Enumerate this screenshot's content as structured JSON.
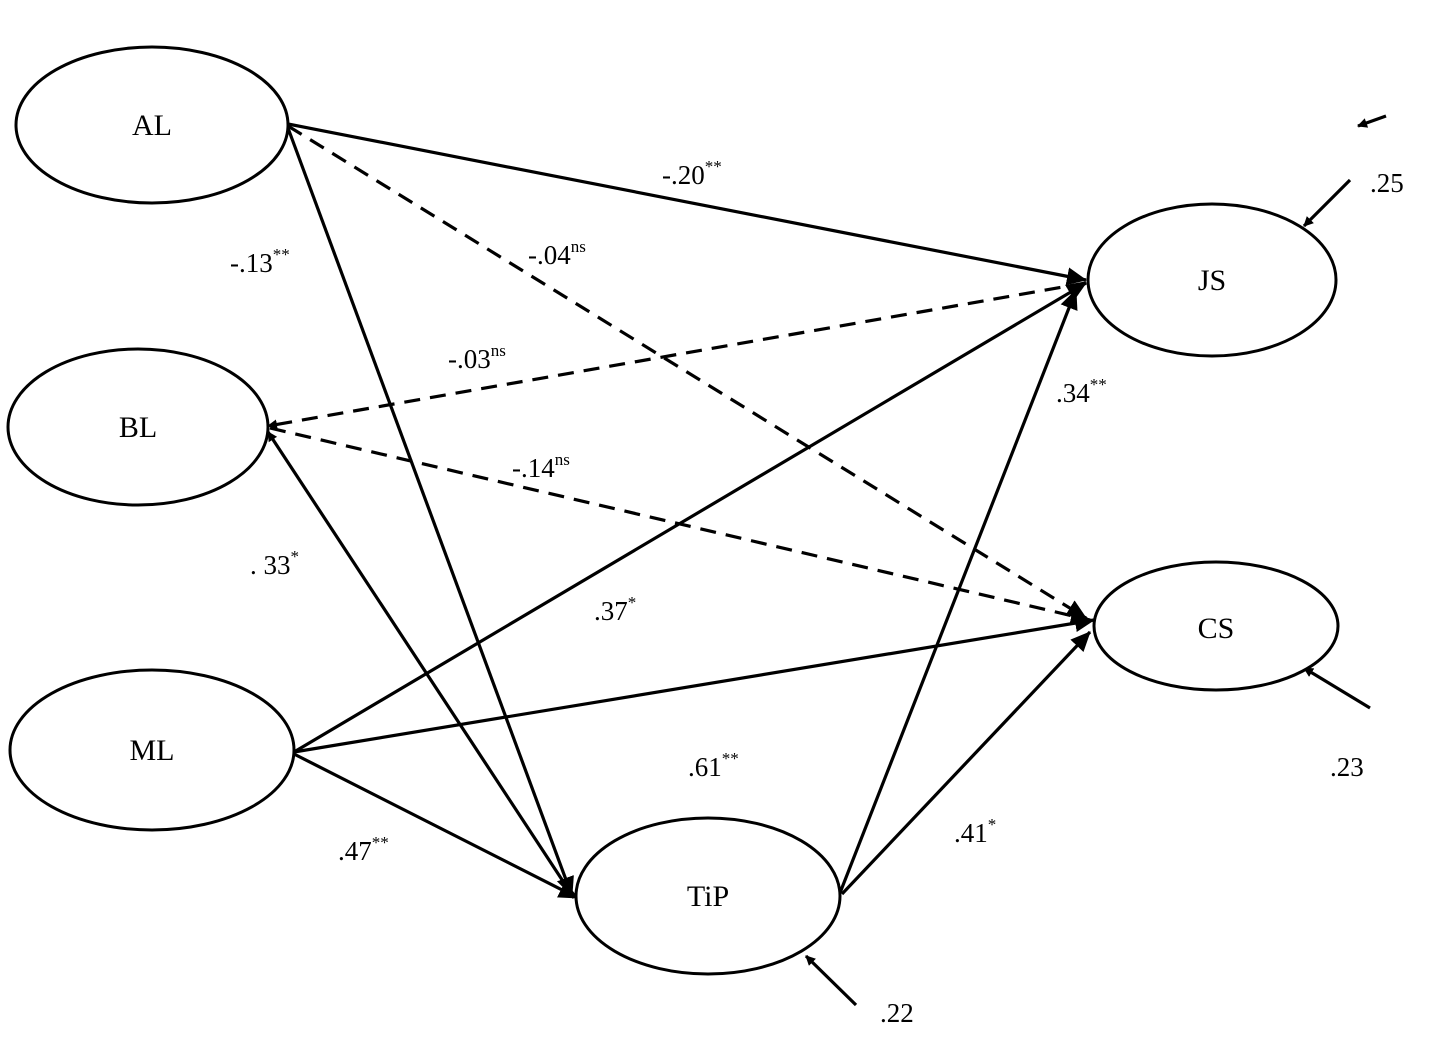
{
  "nodes": {
    "AL": "AL",
    "BL": "BL",
    "ML": "ML",
    "JS": "JS",
    "CS": "CS",
    "TiP": "TiP"
  },
  "paths": {
    "al_js": {
      "value": "-.20",
      "sig": "**"
    },
    "al_tip": {
      "value": "-.13",
      "sig": "**"
    },
    "al_cs": {
      "value": "-.04",
      "sig": "ns"
    },
    "bl_js": {
      "value": "-.03",
      "sig": "ns"
    },
    "bl_cs": {
      "value": "-.14",
      "sig": "ns"
    },
    "bl_tip": {
      "value": ". 33",
      "sig": "*"
    },
    "ml_js": {
      "value": ".37",
      "sig": "*"
    },
    "ml_cs": {
      "value": ".61",
      "sig": "**"
    },
    "ml_tip": {
      "value": ".47",
      "sig": "**"
    },
    "tip_js": {
      "value": ".34",
      "sig": "**"
    },
    "tip_cs": {
      "value": ".41",
      "sig": "*"
    }
  },
  "residuals": {
    "js": ".25",
    "cs": ".23",
    "tip": ".22"
  }
}
